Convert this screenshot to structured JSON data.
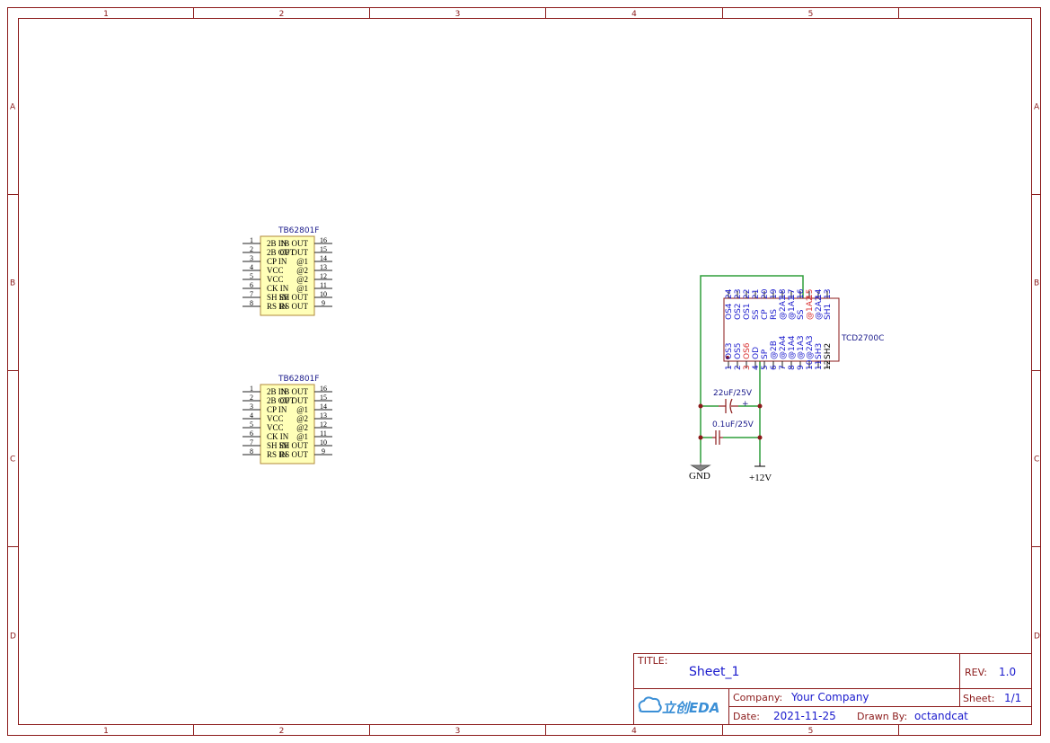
{
  "frame": {
    "columns": [
      "1",
      "2",
      "3",
      "4",
      "5"
    ],
    "rows": [
      "A",
      "B",
      "C",
      "D"
    ]
  },
  "title_block": {
    "title_label": "TITLE:",
    "title_value": "Sheet_1",
    "rev_label": "REV:",
    "rev_value": "1.0",
    "company_label": "Company:",
    "company_value": "Your Company",
    "sheet_label": "Sheet:",
    "sheet_value": "1/1",
    "date_label": "Date:",
    "date_value": "2021-11-25",
    "drawn_label": "Drawn By:",
    "drawn_value": "octandcat",
    "logo_text": "立创EDA"
  },
  "chip1": {
    "name": "TB62801F",
    "left_pins": [
      {
        "num": "1",
        "name": "2B IN"
      },
      {
        "num": "2",
        "name": "2B OUT"
      },
      {
        "num": "3",
        "name": "CP IN"
      },
      {
        "num": "4",
        "name": "VCC"
      },
      {
        "num": "5",
        "name": "VCC"
      },
      {
        "num": "6",
        "name": "CK IN"
      },
      {
        "num": "7",
        "name": "SH IN"
      },
      {
        "num": "8",
        "name": "RS IN"
      }
    ],
    "right_pins": [
      {
        "num": "16",
        "name": "1B OUT"
      },
      {
        "num": "15",
        "name": "CP OUT"
      },
      {
        "num": "14",
        "name": "@1"
      },
      {
        "num": "13",
        "name": "@2"
      },
      {
        "num": "12",
        "name": "@2"
      },
      {
        "num": "11",
        "name": "@1"
      },
      {
        "num": "10",
        "name": "SH OUT"
      },
      {
        "num": "9",
        "name": "RS OUT"
      }
    ]
  },
  "chip2": {
    "name": "TB62801F",
    "left_pins": [
      {
        "num": "1",
        "name": "2B IN"
      },
      {
        "num": "2",
        "name": "2B OUT"
      },
      {
        "num": "3",
        "name": "CP IN"
      },
      {
        "num": "4",
        "name": "VCC"
      },
      {
        "num": "5",
        "name": "VCC"
      },
      {
        "num": "6",
        "name": "CK IN"
      },
      {
        "num": "7",
        "name": "SH IN"
      },
      {
        "num": "8",
        "name": "RS IN"
      }
    ],
    "right_pins": [
      {
        "num": "16",
        "name": "1B OUT"
      },
      {
        "num": "15",
        "name": "CP OUT"
      },
      {
        "num": "14",
        "name": "@1"
      },
      {
        "num": "13",
        "name": "@2"
      },
      {
        "num": "12",
        "name": "@2"
      },
      {
        "num": "11",
        "name": "@1"
      },
      {
        "num": "10",
        "name": "SH OUT"
      },
      {
        "num": "9",
        "name": "RS OUT"
      }
    ]
  },
  "sensor": {
    "name": "TCD2700C",
    "top_pins": [
      {
        "num": "24",
        "name": "OS4",
        "color": "#1a1acd"
      },
      {
        "num": "23",
        "name": "OS2",
        "color": "#1a1acd"
      },
      {
        "num": "22",
        "name": "OS1",
        "color": "#1a1acd"
      },
      {
        "num": "21",
        "name": "SS",
        "color": "#1a1acd"
      },
      {
        "num": "20",
        "name": "CP",
        "color": "#1a1acd"
      },
      {
        "num": "19",
        "name": "RS",
        "color": "#1a1acd"
      },
      {
        "num": "18",
        "name": "@2A1",
        "color": "#1a1acd"
      },
      {
        "num": "17",
        "name": "@1A1",
        "color": "#1a1acd"
      },
      {
        "num": "16",
        "name": "SS",
        "color": "#1a1acd"
      },
      {
        "num": "15",
        "name": "@1A2",
        "color": "#d93030"
      },
      {
        "num": "14",
        "name": "@2A2",
        "color": "#1a1acd"
      },
      {
        "num": "13",
        "name": "SH1",
        "color": "#1a1acd"
      }
    ],
    "bottom_pins": [
      {
        "num": "1",
        "name": "OS3",
        "color": "#1a1acd"
      },
      {
        "num": "2",
        "name": "OS5",
        "color": "#1a1acd"
      },
      {
        "num": "3",
        "name": "OS6",
        "color": "#d93030"
      },
      {
        "num": "4",
        "name": "OD",
        "color": "#1a1acd"
      },
      {
        "num": "5",
        "name": "SP",
        "color": "#1a1acd"
      },
      {
        "num": "6",
        "name": "@2B",
        "color": "#1a1acd"
      },
      {
        "num": "7",
        "name": "@2A4",
        "color": "#1a1acd"
      },
      {
        "num": "8",
        "name": "@1A4",
        "color": "#1a1acd"
      },
      {
        "num": "9",
        "name": "@1A3",
        "color": "#1a1acd"
      },
      {
        "num": "10",
        "name": "@2A3",
        "color": "#1a1acd"
      },
      {
        "num": "11",
        "name": "SH3",
        "color": "#1a1acd"
      },
      {
        "num": "12",
        "name": "SH2",
        "color": "#000000"
      }
    ]
  },
  "components": {
    "cap1_label": "22uF/25V",
    "cap2_label": "0.1uF/25V",
    "gnd_label": "GND",
    "vcc_label": "+12V"
  }
}
